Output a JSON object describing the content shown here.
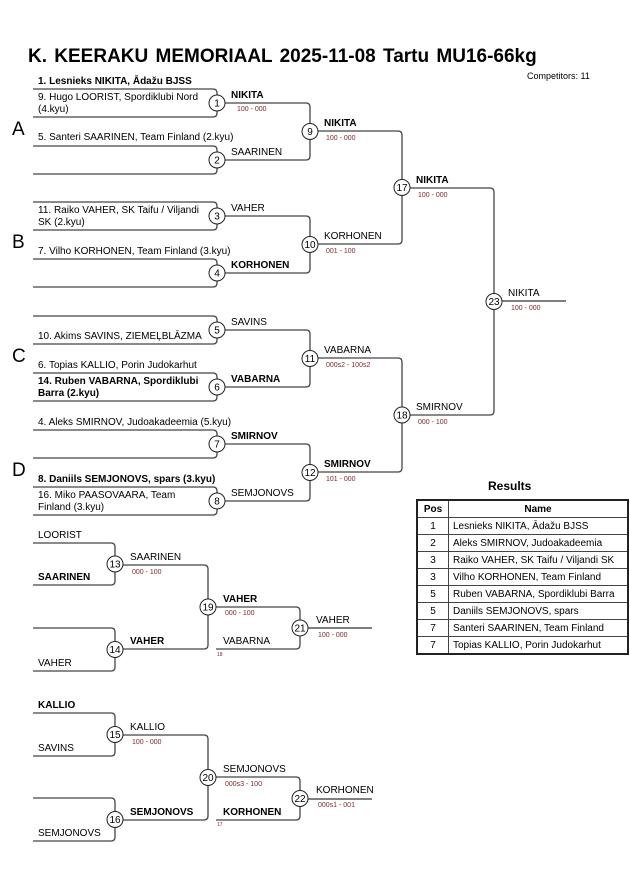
{
  "header": {
    "title": "K. KEERAKU MEMORIAAL  2025-11-08  Tartu   MU16-66kg",
    "competitors": "Competitors: 11"
  },
  "pools": [
    "A",
    "B",
    "C",
    "D"
  ],
  "entries": {
    "e1": "1. Lesnieks NIKITA, Ādažu BJSS",
    "e2": "9. Hugo LOORIST, Spordiklubi Nord (4.kyu)",
    "e3": "5. Santeri SAARINEN, Team Finland (2.kyu)",
    "e4": "11. Raiko VAHER, SK Taifu / Viljandi SK (2.kyu)",
    "e5": "7. Vilho KORHONEN, Team Finland (3.kyu)",
    "e6": "10. Akims SAVINS, ZIEMEĻBLĀZMA",
    "e7": "6. Topias KALLIO, Porin Judokarhut",
    "e8": "14. Ruben VABARNA, Spordiklubi Barra (2.kyu)",
    "e9": "4. Aleks SMIRNOV, Judoakadeemia (5.kyu)",
    "e10": "8. Daniils SEMJONOVS, spars (3.kyu)",
    "e11": "16. Miko PAASOVAARA, Team Finland (3.kyu)"
  },
  "matches": {
    "m1": {
      "num": "1",
      "winner": "NIKITA",
      "score": "100 - 000"
    },
    "m2": {
      "num": "2",
      "winner": "SAARINEN"
    },
    "m3": {
      "num": "3",
      "winner": "VAHER"
    },
    "m4": {
      "num": "4",
      "winner": "KORHONEN"
    },
    "m5": {
      "num": "5",
      "winner": "SAVINS"
    },
    "m6": {
      "num": "6",
      "winner": "VABARNA"
    },
    "m7": {
      "num": "7",
      "winner": "SMIRNOV"
    },
    "m8": {
      "num": "8",
      "winner": "SEMJONOVS"
    },
    "m9": {
      "num": "9",
      "winner": "NIKITA",
      "score": "100 - 000"
    },
    "m10": {
      "num": "10",
      "winner": "KORHONEN",
      "score": "001 - 100"
    },
    "m11": {
      "num": "11",
      "winner": "VABARNA",
      "score": "000s2 - 100s2"
    },
    "m12": {
      "num": "12",
      "winner": "SMIRNOV",
      "score": "101 - 000"
    },
    "m17": {
      "num": "17",
      "winner": "NIKITA",
      "score": "100 - 000"
    },
    "m18": {
      "num": "18",
      "winner": "SMIRNOV",
      "score": "000 - 100"
    },
    "m23": {
      "num": "23",
      "winner": "NIKITA",
      "score": "100 - 000"
    },
    "m13": {
      "num": "13",
      "top": "LOORIST",
      "bottom": "SAARINEN",
      "winner": "SAARINEN",
      "score": "000 - 100"
    },
    "m14": {
      "num": "14",
      "bottom": "VAHER",
      "winner": "VAHER"
    },
    "m19": {
      "num": "19",
      "winner": "VAHER",
      "score": "000 - 100"
    },
    "m21": {
      "num": "21",
      "input": "VABARNA",
      "input_from": "18",
      "winner": "VAHER",
      "score": "100 - 000"
    },
    "m15": {
      "num": "15",
      "top": "KALLIO",
      "bottom": "SAVINS",
      "winner": "KALLIO",
      "score": "100 - 000"
    },
    "m16": {
      "num": "16",
      "bottom": "SEMJONOVS",
      "winner": "SEMJONOVS"
    },
    "m20": {
      "num": "20",
      "winner": "SEMJONOVS",
      "score": "000s3 - 100"
    },
    "m22": {
      "num": "22",
      "input": "KORHONEN",
      "input_from": "17",
      "winner": "KORHONEN",
      "score": "000s1 - 001"
    }
  },
  "results": {
    "title": "Results",
    "headers": [
      "Pos",
      "Name"
    ],
    "rows": [
      {
        "pos": "1",
        "name": "Lesnieks NIKITA, Ādažu BJSS"
      },
      {
        "pos": "2",
        "name": "Aleks SMIRNOV, Judoakadeemia"
      },
      {
        "pos": "3",
        "name": "Raiko VAHER, SK Taifu / Viljandi SK"
      },
      {
        "pos": "3",
        "name": "Vilho KORHONEN, Team Finland"
      },
      {
        "pos": "5",
        "name": "Ruben VABARNA, Spordiklubi Barra"
      },
      {
        "pos": "5",
        "name": "Daniils SEMJONOVS, spars"
      },
      {
        "pos": "7",
        "name": "Santeri SAARINEN, Team Finland"
      },
      {
        "pos": "7",
        "name": "Topias KALLIO, Porin Judokarhut"
      }
    ]
  }
}
